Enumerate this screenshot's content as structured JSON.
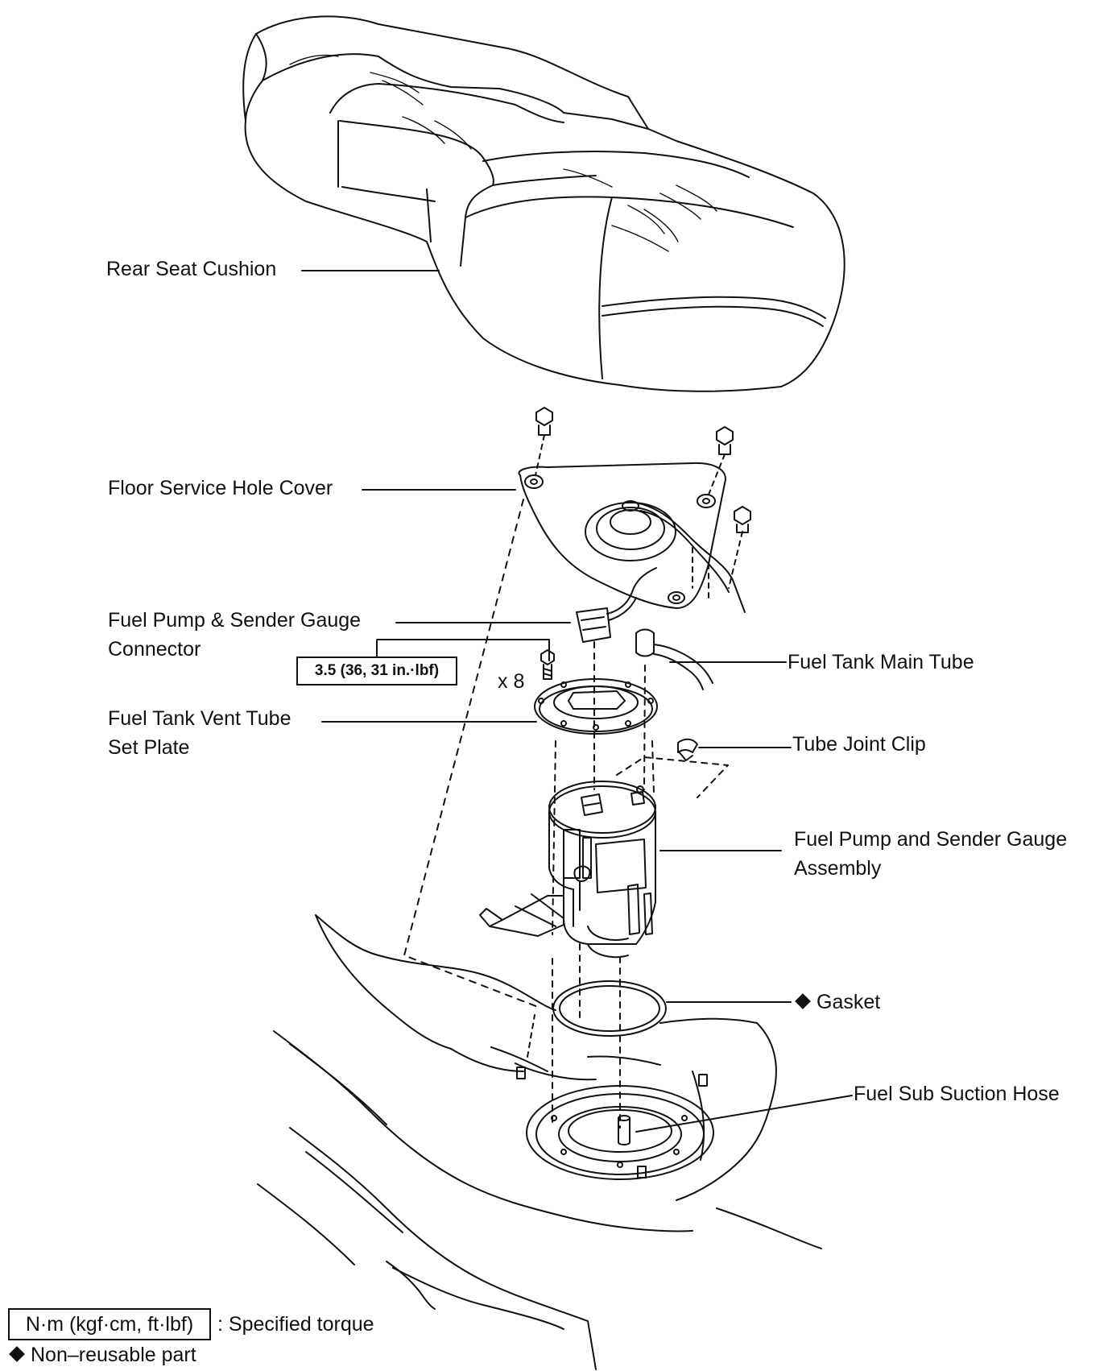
{
  "labels": {
    "rear_seat_cushion": "Rear Seat Cushion",
    "floor_service_hole_cover": "Floor Service Hole Cover",
    "fuel_pump_connector_line1": "Fuel Pump & Sender Gauge",
    "fuel_pump_connector_line2": "Connector",
    "torque_value": "3.5 (36, 31 in.·lbf)",
    "bolt_count": "x 8",
    "fuel_tank_main_tube": "Fuel Tank Main Tube",
    "vent_tube_plate_line1": "Fuel Tank Vent Tube",
    "vent_tube_plate_line2": "Set Plate",
    "tube_joint_clip": "Tube Joint Clip",
    "pump_assembly_line1": "Fuel Pump and Sender Gauge",
    "pump_assembly_line2": "Assembly",
    "gasket": "Gasket",
    "fuel_sub_suction_hose": "Fuel Sub Suction Hose"
  },
  "legend": {
    "torque_unit": "N·m (kgf·cm, ft·lbf)",
    "torque_desc": ": Specified torque",
    "non_reusable": "Non–reusable part"
  },
  "colors": {
    "line": "#111111",
    "background": "#ffffff"
  }
}
